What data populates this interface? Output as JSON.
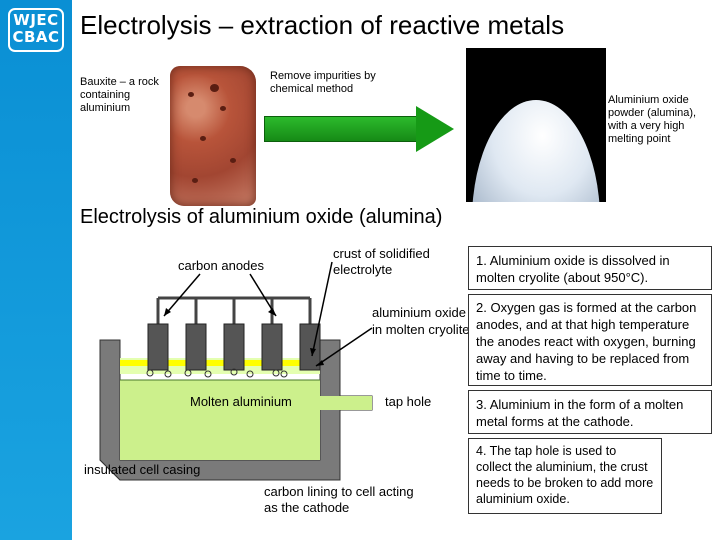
{
  "logo": {
    "line1": "WJEC",
    "line2": "CBAC"
  },
  "title": "Electrolysis – extraction of reactive metals",
  "top": {
    "bauxite_label": "Bauxite – a rock containing aluminium",
    "process_label": "Remove impurities by chemical method",
    "alumina_label": "Aluminium oxide powder (alumina), with a very high melting point"
  },
  "subtitle": "Electrolysis of aluminium oxide (alumina)",
  "diagram": {
    "carbon_anodes": "carbon anodes",
    "crust": "crust of solidified electrolyte",
    "alumina_in_cryolite": "aluminium oxide in molten cryolite",
    "molten_aluminium": "Molten aluminium",
    "tap_hole": "tap hole",
    "insulated_casing": "insulated cell casing",
    "carbon_lining": "carbon lining to cell acting as the cathode"
  },
  "steps": [
    "1. Aluminium oxide is dissolved in molten cryolite (about 950°C).",
    "2. Oxygen gas is formed at the carbon anodes, and at that high temperature the anodes react with oxygen, burning away and having to be replaced from time to time.",
    "3. Aluminium in the form of a molten metal forms at the cathode.",
    "4. The tap hole is used to collect the aluminium, the crust needs to be broken to add more aluminium oxide."
  ],
  "colors": {
    "sidebar": "#0a8fd4",
    "arrow": "#169a16",
    "electrolyte": "#ccf08c",
    "crust": "#ffff00",
    "lining": "#7a7a7a",
    "anode": "#555555"
  }
}
